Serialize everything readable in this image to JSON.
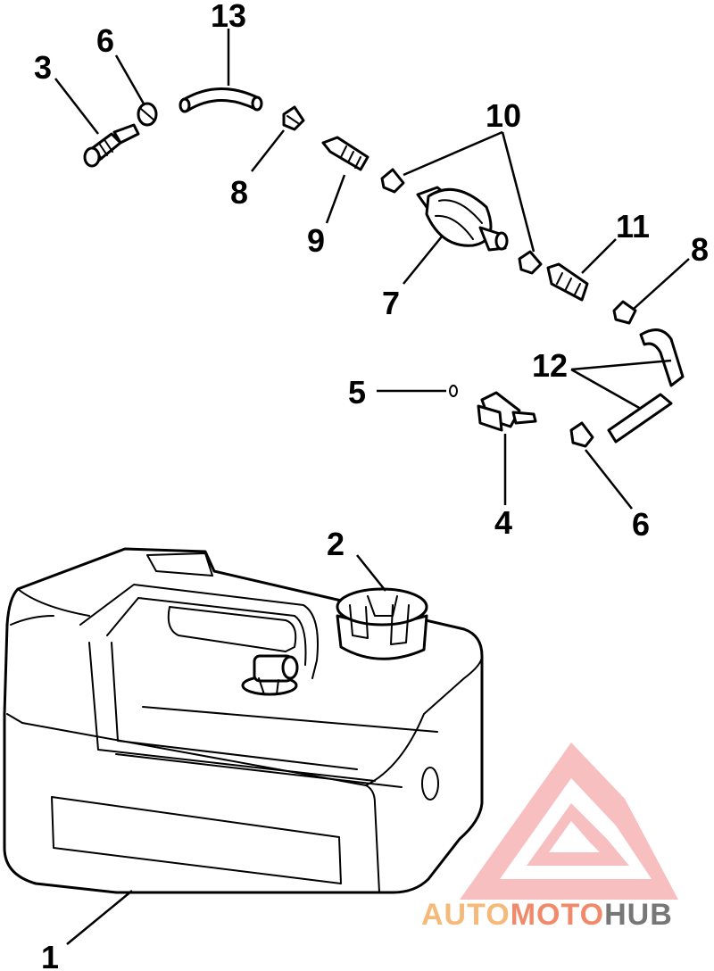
{
  "diagram": {
    "callouts": {
      "c1": "1",
      "c2": "2",
      "c3": "3",
      "c4": "4",
      "c5": "5",
      "c6a": "6",
      "c6b": "6",
      "c7": "7",
      "c8a": "8",
      "c8b": "8",
      "c9": "9",
      "c10": "10",
      "c11": "11",
      "c12": "12",
      "c13": "13"
    }
  },
  "watermark": {
    "part1": "AUTO",
    "part2": "MOTO",
    "part3": "HUB",
    "colors": {
      "logo": "#f28c8c",
      "part1": "#f5b97a",
      "part2": "#f08a6a",
      "part3": "#777777"
    }
  }
}
